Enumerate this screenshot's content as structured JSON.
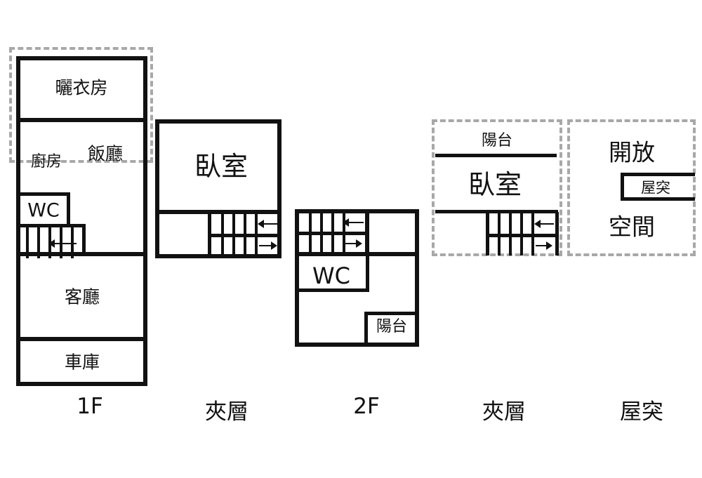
{
  "floors": [
    {
      "id": "1F",
      "label": "1F",
      "rooms": {
        "drying_room": "曬衣房",
        "kitchen": "廚房",
        "dining": "飯廳",
        "wc": "WC",
        "living": "客廳",
        "garage": "車庫"
      }
    },
    {
      "id": "mezzanine-1",
      "label": "夾層",
      "rooms": {
        "bedroom": "臥室"
      }
    },
    {
      "id": "2F",
      "label": "2F",
      "rooms": {
        "wc": "WC",
        "balcony": "陽台"
      }
    },
    {
      "id": "mezzanine-2",
      "label": "夾層",
      "rooms": {
        "balcony": "陽台",
        "bedroom": "臥室"
      }
    },
    {
      "id": "roof",
      "label": "屋突",
      "rooms": {
        "open_space_line1": "開放",
        "open_space_line2": "空間",
        "roof_structure": "屋突"
      }
    }
  ],
  "colors": {
    "wall": "#111111",
    "dashed_outline": "#a8a8a8",
    "background": "#ffffff"
  }
}
